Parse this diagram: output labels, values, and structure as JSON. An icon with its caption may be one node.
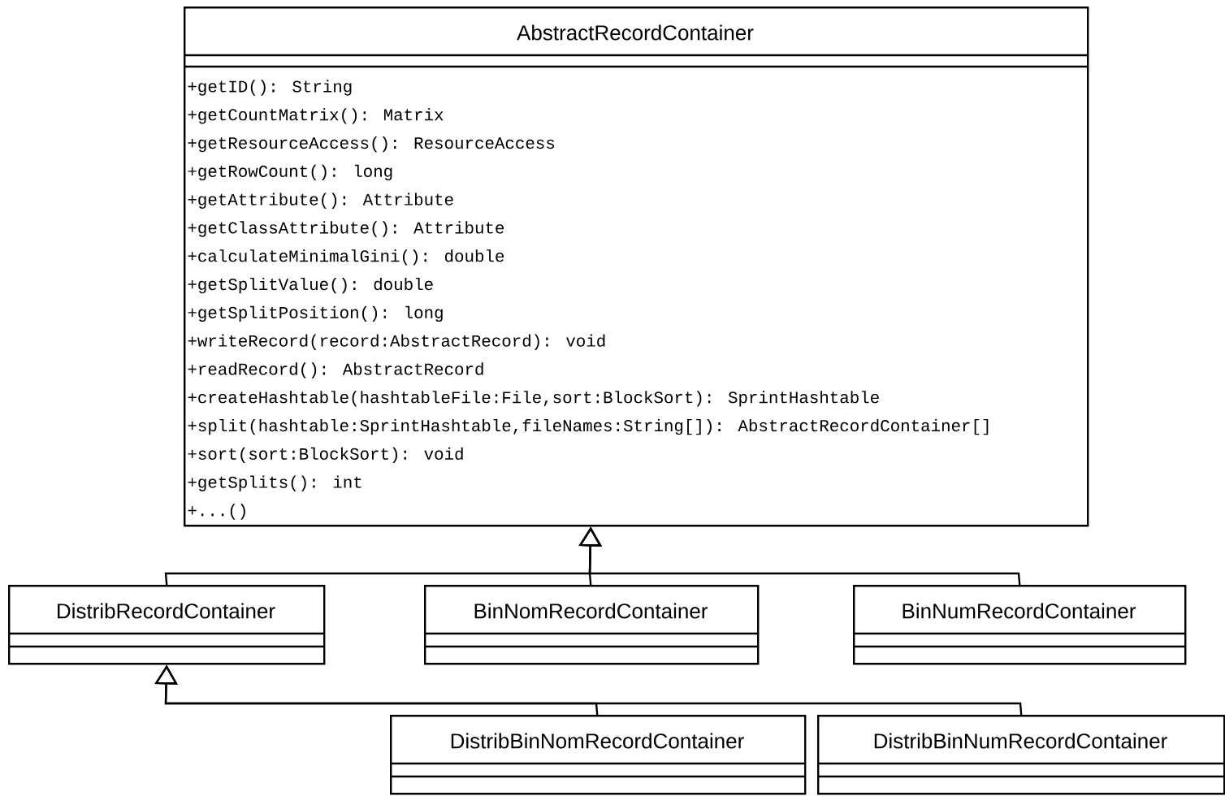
{
  "diagram": {
    "nodes": [
      {
        "text": [
          "AbstractRecordContainer",
          "+getID(): String",
          "+getCountMatrix(): Matrix",
          "+getResourceAccess(): ResourceAccess",
          "+getRowCount(): long",
          "+getAttribute(): Attribute",
          "+getClassAttribute(): Attribute",
          "+calculateMinimalGini(): double",
          "+getSplitValue(): double",
          "+getSplitPosition(): long",
          "+writeRecord(record:AbstractRecord): void",
          "+readRecord(): AbstractRecord",
          "+createHashtable(hashtableFile:File,sort:BlockSort): SprintHashtable",
          "+split(hashtable:SprintHashtable,fileNames:String[]): AbstractRecordContainer[]",
          "+sort(sort:BlockSort): void",
          "+getSplits(): int",
          "+...()"
        ]
      },
      {
        "text": [
          "DistribRecordContainer"
        ]
      },
      {
        "text": [
          "BinNomRecordContainer"
        ]
      },
      {
        "text": [
          "BinNumRecordContainer"
        ]
      },
      {
        "text": [
          "DistribBinNomRecordContainer"
        ]
      },
      {
        "text": [
          "DistribBinNumRecordContainer"
        ]
      }
    ],
    "edges": [
      {
        "from": 1,
        "to": 0,
        "arrow": "to"
      },
      {
        "from": 2,
        "to": 0,
        "arrow": "to"
      },
      {
        "from": 3,
        "to": 0,
        "arrow": "to"
      },
      {
        "from": 4,
        "to": 1,
        "arrow": "to"
      },
      {
        "from": 5,
        "to": 1,
        "arrow": "to"
      }
    ]
  }
}
